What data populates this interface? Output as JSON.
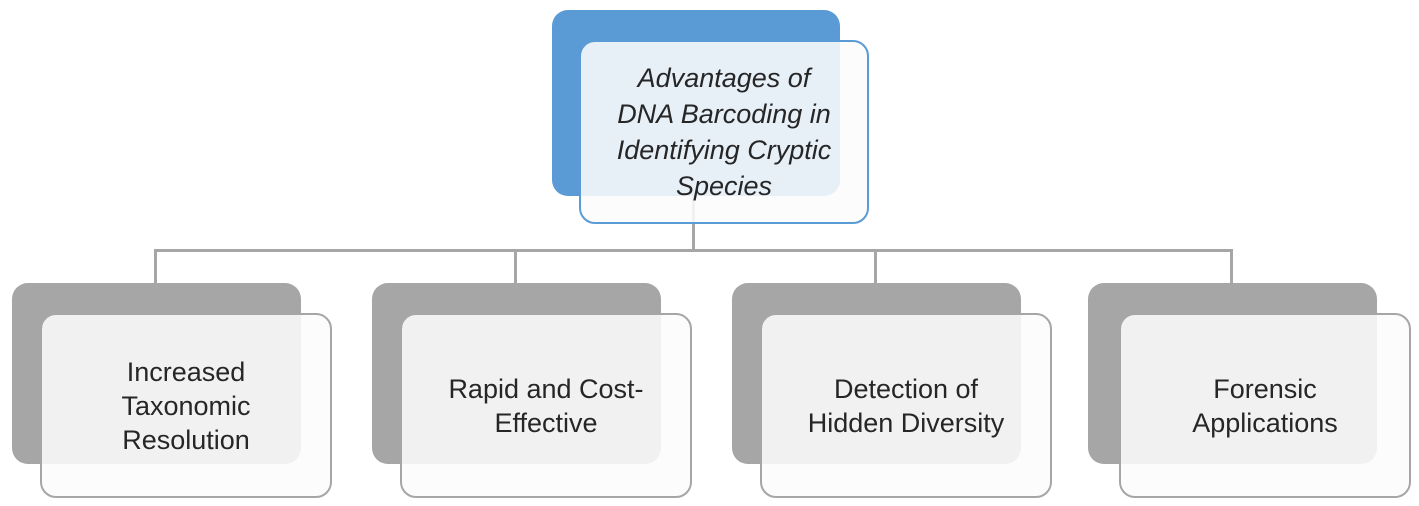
{
  "diagram": {
    "type": "hierarchy",
    "title_node": {
      "label": "Advantages of DNA Barcoding in Identifying Cryptic Species"
    },
    "children": [
      {
        "label": "Increased Taxonomic Resolution"
      },
      {
        "label": "Rapid and Cost-Effective"
      },
      {
        "label": "Detection of Hidden Diversity"
      },
      {
        "label": "Forensic Applications"
      }
    ],
    "colors": {
      "root_accent": "#5b9bd5",
      "child_accent": "#a6a6a6",
      "connector": "#a6a6a6",
      "text": "#262626",
      "background": "#ffffff"
    }
  }
}
